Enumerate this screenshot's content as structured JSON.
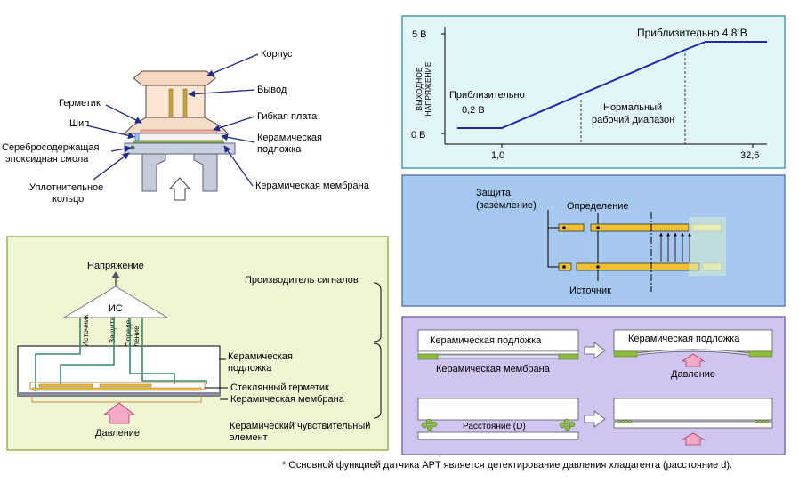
{
  "sensor": {
    "housing": "Корпус",
    "sealant": "Герметик",
    "terminal": "Вывод",
    "spike": "Шип",
    "flex_board": "Гибкая плата",
    "silver_epoxy_1": "Серебросодержащая",
    "silver_epoxy_2": "эпоксидная смола",
    "ceramic_substrate_1": "Керамическая",
    "ceramic_substrate_2": "подложка",
    "o_ring_1": "Уплотнительное",
    "o_ring_2": "кольцо",
    "ceramic_membrane": "Керамическая мембрана"
  },
  "graph": {
    "ylabel_1": "ВЫХОДНОЕ",
    "ylabel_2": "НАПРЯЖЕНИЕ",
    "y_top": "5 В",
    "y_bottom": "0 В",
    "x_tick_1": "1,0",
    "x_tick_2": "32,6",
    "label_high": "Приблизительно 4,8 В",
    "label_low_1": "Приблизительно",
    "label_low_2": "0,2 В",
    "range_1": "Нормальный",
    "range_2": "рабочий диапазон"
  },
  "detection": {
    "protection_1": "Защита",
    "protection_2": "(заземление)",
    "detection": "Определение",
    "source": "Источник"
  },
  "membrane_panel": {
    "substrate_left": "Керамическая подложка",
    "membrane_left": "Керамическая мембрана",
    "substrate_right": "Керамическая подложка",
    "pressure": "Давление",
    "distance": "Расстояние (D)"
  },
  "circuit": {
    "voltage": "Напряжение",
    "ic": "ИС",
    "pin_source": "Источник",
    "pin_protection": "Защита",
    "pin_detect_1": "Опреде-",
    "pin_detect_2": "ление",
    "substrate_1": "Керамическая",
    "substrate_2": "подложка",
    "glass_seal": "Стеклянный герметик",
    "membrane": "Керамическая мембрана",
    "pressure": "Давление",
    "signal_generator": "Производитель сигналов",
    "sensing_element_1": "Керамический чувствительный",
    "sensing_element_2": "элемент"
  },
  "footnote": "* Основной функцией датчика APT является детектирование давления хладагента (расстояние d).",
  "colors": {
    "graph_bg": "#e2f6f8",
    "graph_border": "#4a9ab0",
    "graph_line": "#1e2aa8",
    "detect_bg": "#a6c8ee",
    "detect_border": "#5b7fae",
    "membrane_bg": "#d0c4f0",
    "membrane_border": "#7e6cb8",
    "circuit_bg": "#eef6d4",
    "circuit_border": "#9ab055",
    "electrode": "#f0c030",
    "membrane_green": "#8cbc3c"
  }
}
